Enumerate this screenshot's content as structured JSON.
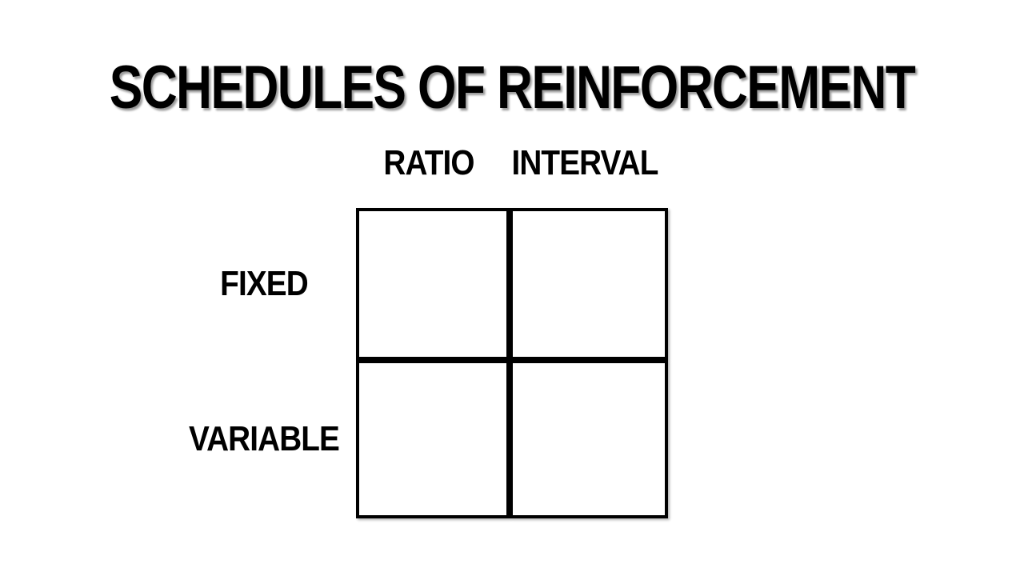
{
  "slide": {
    "title": "SCHEDULES OF REINFORCEMENT",
    "matrix": {
      "column_headers": [
        "RATIO",
        "INTERVAL"
      ],
      "row_headers": [
        "FIXED",
        "VARIABLE"
      ],
      "cells": [
        {
          "row": "FIXED",
          "column": "RATIO",
          "content": ""
        },
        {
          "row": "FIXED",
          "column": "INTERVAL",
          "content": ""
        },
        {
          "row": "VARIABLE",
          "column": "RATIO",
          "content": ""
        },
        {
          "row": "VARIABLE",
          "column": "INTERVAL",
          "content": ""
        }
      ]
    }
  },
  "colors": {
    "background": "#ffffff",
    "text": "#000000",
    "grid-border": "#000000",
    "title-shadow": "#9a9a9a"
  }
}
